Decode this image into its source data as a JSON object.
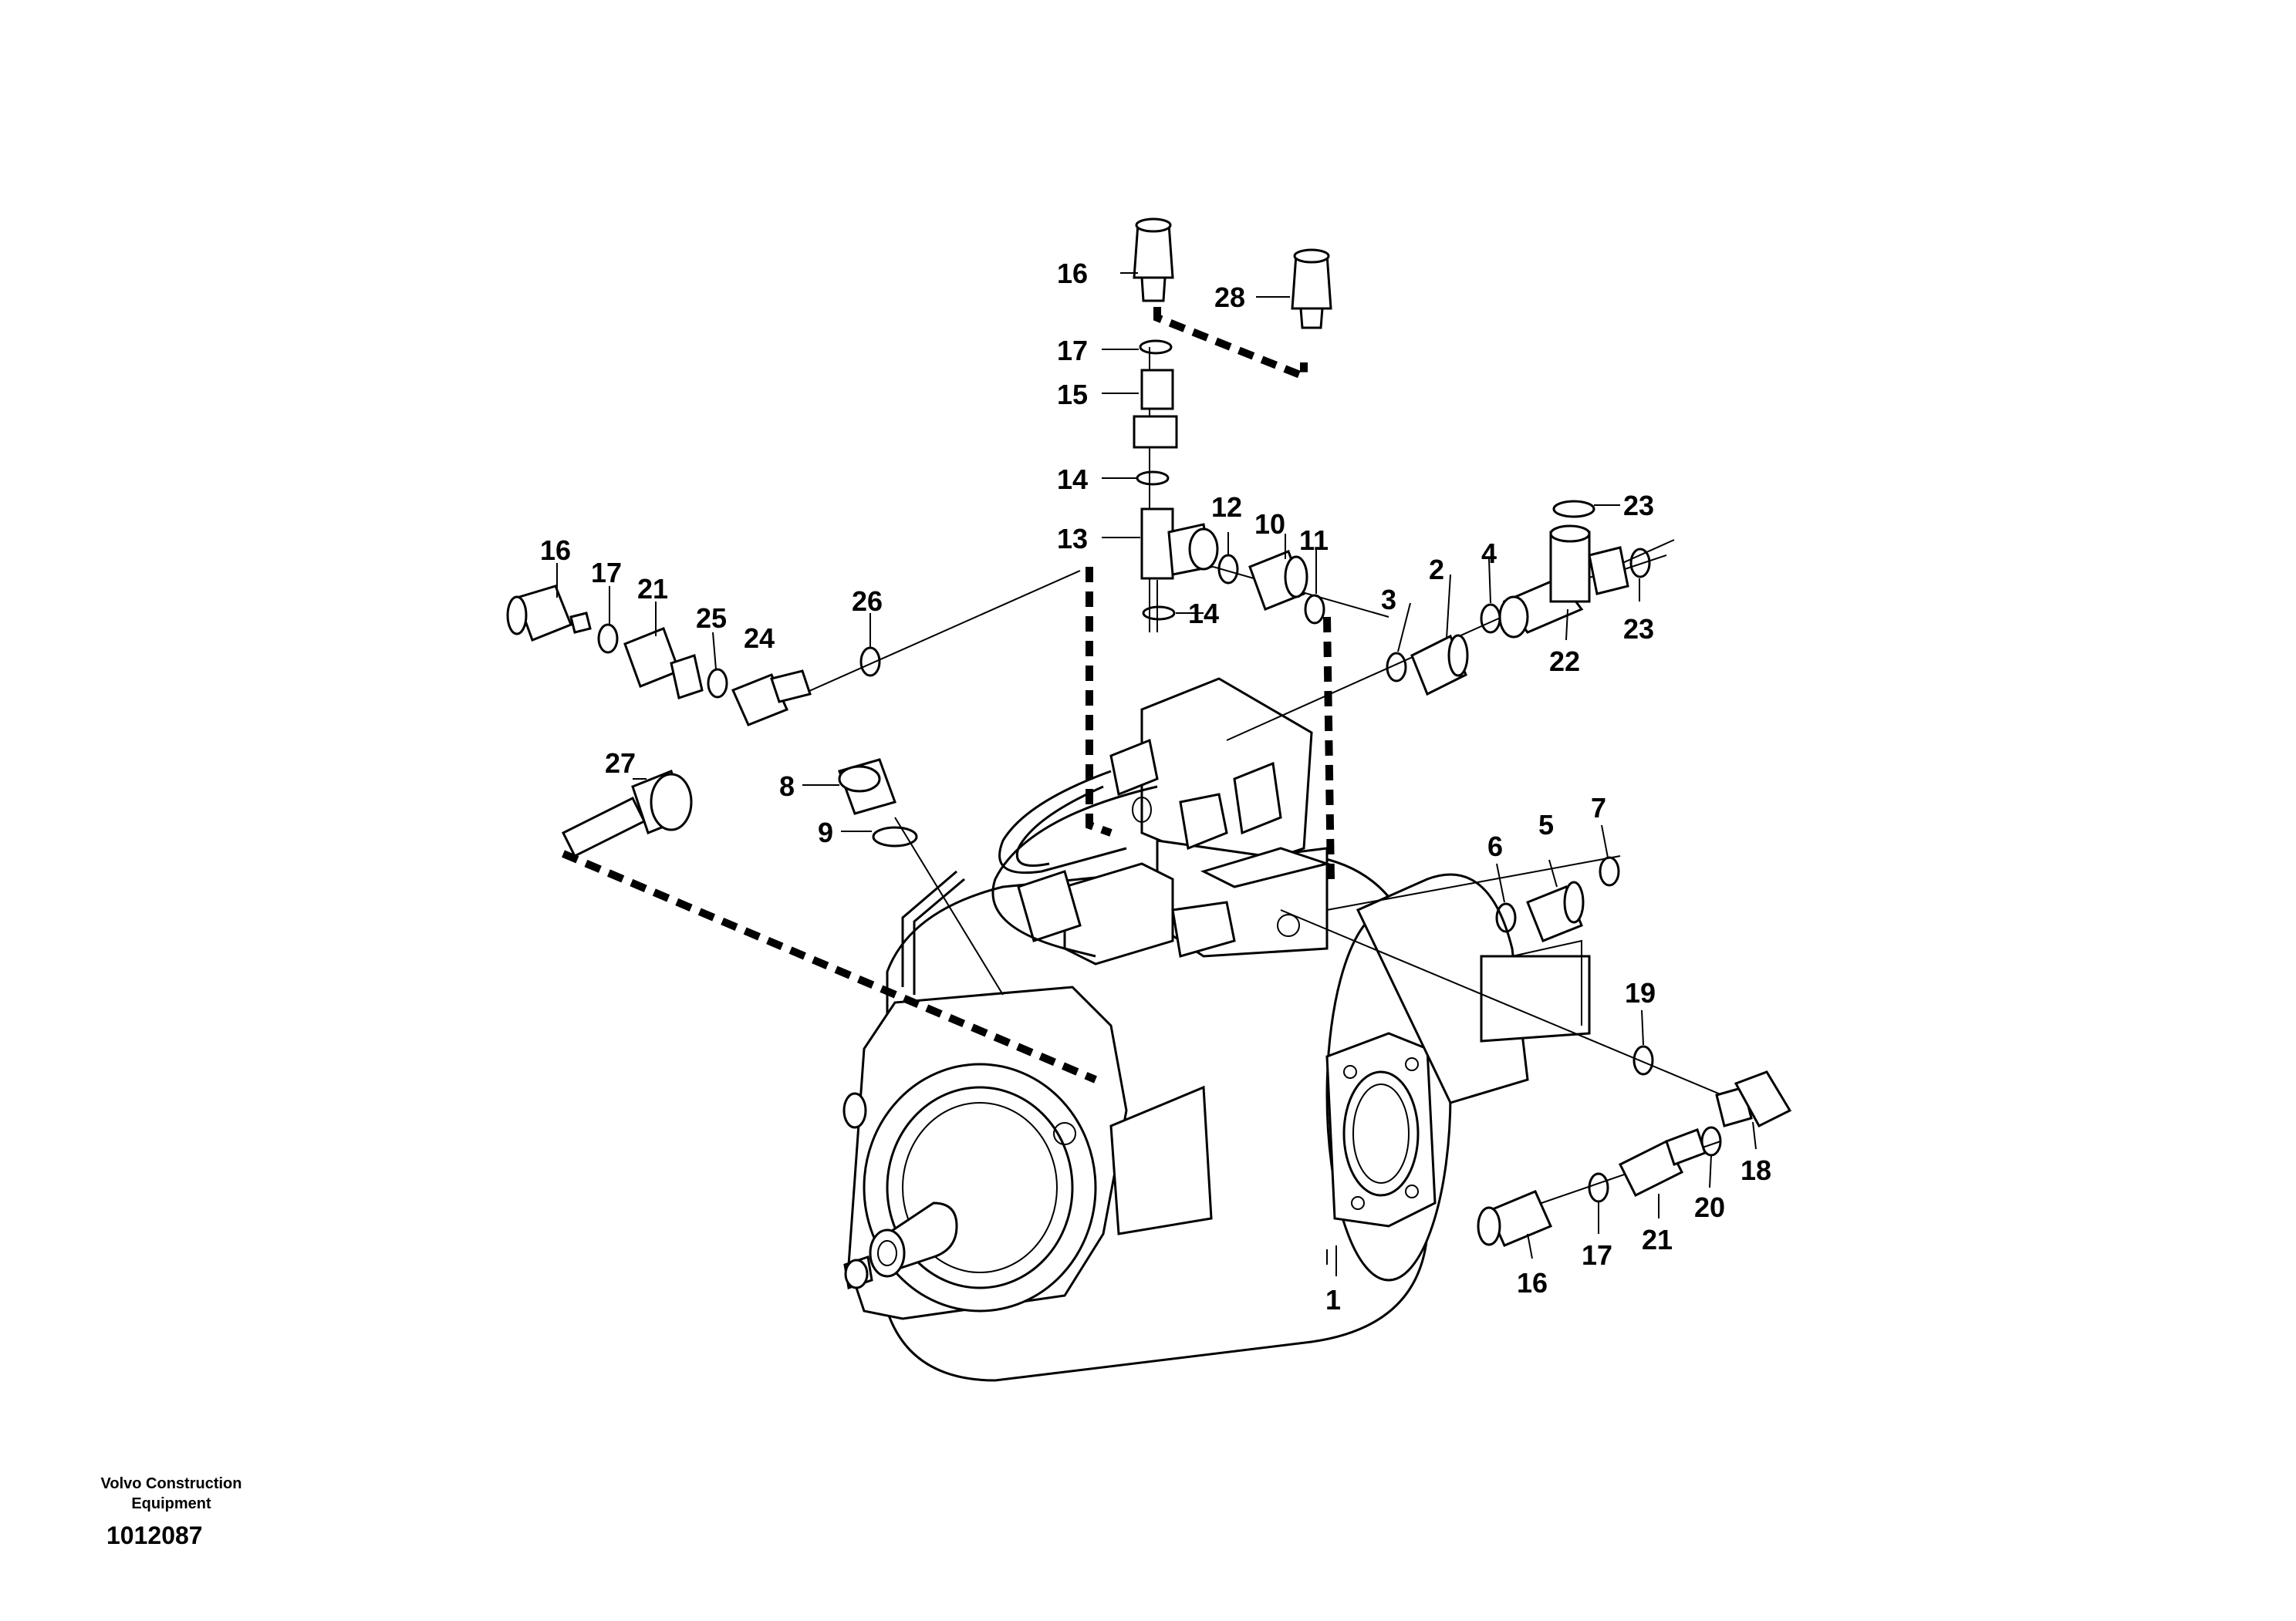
{
  "callouts": [
    {
      "id": "c-16-top",
      "text": "16"
    },
    {
      "id": "c-28",
      "text": "28"
    },
    {
      "id": "c-17-top",
      "text": "17"
    },
    {
      "id": "c-15",
      "text": "15"
    },
    {
      "id": "c-14-top",
      "text": "14"
    },
    {
      "id": "c-13",
      "text": "13"
    },
    {
      "id": "c-12",
      "text": "12"
    },
    {
      "id": "c-10",
      "text": "10"
    },
    {
      "id": "c-11",
      "text": "11"
    },
    {
      "id": "c-14-bot",
      "text": "14"
    },
    {
      "id": "c-23-top",
      "text": "23"
    },
    {
      "id": "c-23-bot",
      "text": "23"
    },
    {
      "id": "c-22",
      "text": "22"
    },
    {
      "id": "c-4",
      "text": "4"
    },
    {
      "id": "c-2",
      "text": "2"
    },
    {
      "id": "c-3",
      "text": "3"
    },
    {
      "id": "c-16-left",
      "text": "16"
    },
    {
      "id": "c-17-left",
      "text": "17"
    },
    {
      "id": "c-21-left",
      "text": "21"
    },
    {
      "id": "c-25",
      "text": "25"
    },
    {
      "id": "c-24",
      "text": "24"
    },
    {
      "id": "c-26",
      "text": "26"
    },
    {
      "id": "c-27",
      "text": "27"
    },
    {
      "id": "c-8",
      "text": "8"
    },
    {
      "id": "c-9",
      "text": "9"
    },
    {
      "id": "c-7",
      "text": "7"
    },
    {
      "id": "c-5",
      "text": "5"
    },
    {
      "id": "c-6",
      "text": "6"
    },
    {
      "id": "c-19",
      "text": "19"
    },
    {
      "id": "c-18",
      "text": "18"
    },
    {
      "id": "c-20",
      "text": "20"
    },
    {
      "id": "c-21-right",
      "text": "21"
    },
    {
      "id": "c-17-right",
      "text": "17"
    },
    {
      "id": "c-16-right",
      "text": "16"
    },
    {
      "id": "c-1",
      "text": "1"
    }
  ],
  "footer": {
    "brand_line1": "Volvo Construction",
    "brand_line2": "Equipment",
    "drawing_number": "1012087"
  }
}
